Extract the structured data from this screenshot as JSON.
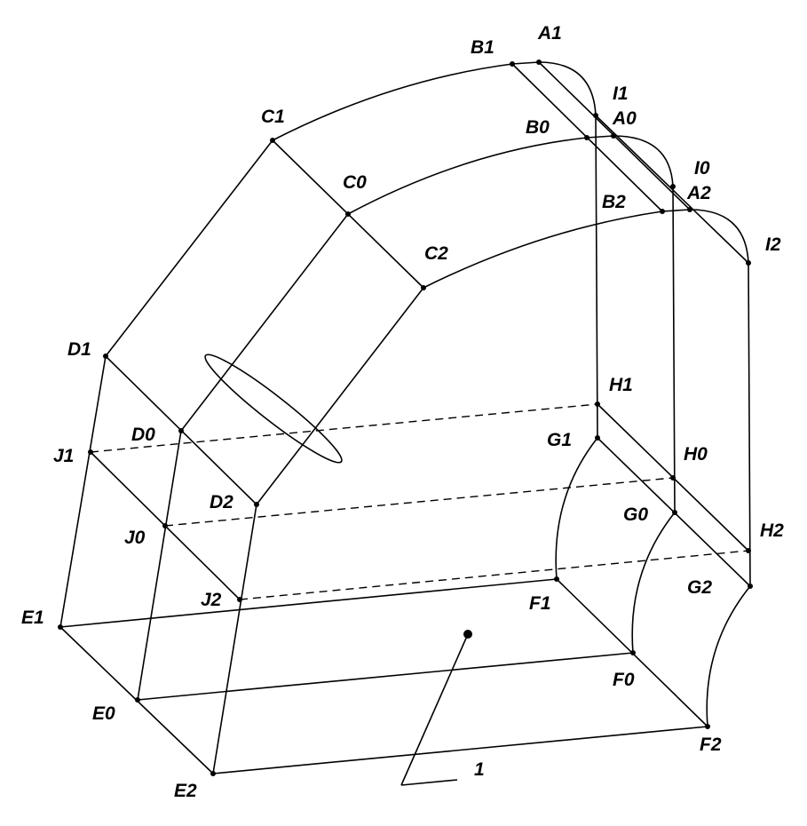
{
  "labels": {
    "A1": "A1",
    "B1": "B1",
    "I1": "I1",
    "A0": "A0",
    "B0": "B0",
    "I0": "I0",
    "A2": "A2",
    "B2": "B2",
    "I2": "I2",
    "C1": "C1",
    "C0": "C0",
    "C2": "C2",
    "D1": "D1",
    "D0": "D0",
    "D2": "D2",
    "J1": "J1",
    "J0": "J0",
    "J2": "J2",
    "E1": "E1",
    "E0": "E0",
    "E2": "E2",
    "H1": "H1",
    "H0": "H0",
    "H2": "H2",
    "G1": "G1",
    "G0": "G0",
    "G2": "G2",
    "F1": "F1",
    "F0": "F0",
    "F2": "F2",
    "leader": "1"
  }
}
